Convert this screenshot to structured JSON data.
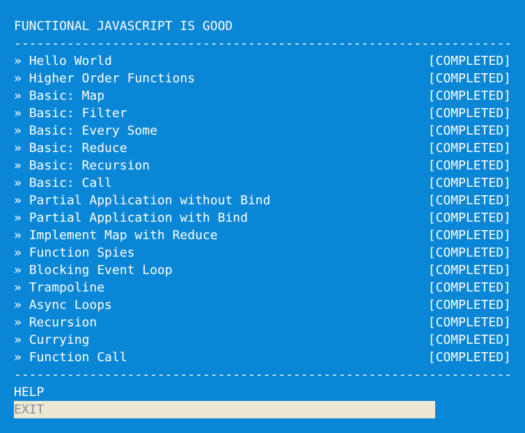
{
  "title": "FUNCTIONAL JAVASCRIPT IS GOOD",
  "divider": "------------------------------------------------------------------------------------------------------------------------",
  "bullet": "» ",
  "exercises": [
    {
      "name": "Hello World",
      "status": "[COMPLETED]"
    },
    {
      "name": "Higher Order Functions",
      "status": "[COMPLETED]"
    },
    {
      "name": "Basic: Map",
      "status": "[COMPLETED]"
    },
    {
      "name": "Basic: Filter",
      "status": "[COMPLETED]"
    },
    {
      "name": "Basic: Every Some",
      "status": "[COMPLETED]"
    },
    {
      "name": "Basic: Reduce",
      "status": "[COMPLETED]"
    },
    {
      "name": "Basic: Recursion",
      "status": "[COMPLETED]"
    },
    {
      "name": "Basic: Call",
      "status": "[COMPLETED]"
    },
    {
      "name": "Partial Application without Bind",
      "status": "[COMPLETED]"
    },
    {
      "name": "Partial Application with Bind",
      "status": "[COMPLETED]"
    },
    {
      "name": "Implement Map with Reduce",
      "status": "[COMPLETED]"
    },
    {
      "name": "Function Spies",
      "status": "[COMPLETED]"
    },
    {
      "name": "Blocking Event Loop",
      "status": "[COMPLETED]"
    },
    {
      "name": "Trampoline",
      "status": "[COMPLETED]"
    },
    {
      "name": "Async Loops",
      "status": "[COMPLETED]"
    },
    {
      "name": "Recursion",
      "status": "[COMPLETED]"
    },
    {
      "name": "Currying",
      "status": "[COMPLETED]"
    },
    {
      "name": "Function Call",
      "status": "[COMPLETED]"
    }
  ],
  "footer": {
    "help_label": "HELP",
    "exit_label": "EXIT"
  },
  "colors": {
    "background": "#0a86d6",
    "text": "#ffffff",
    "selected_bg": "#ede8d4",
    "selected_text": "#8a8f95"
  }
}
